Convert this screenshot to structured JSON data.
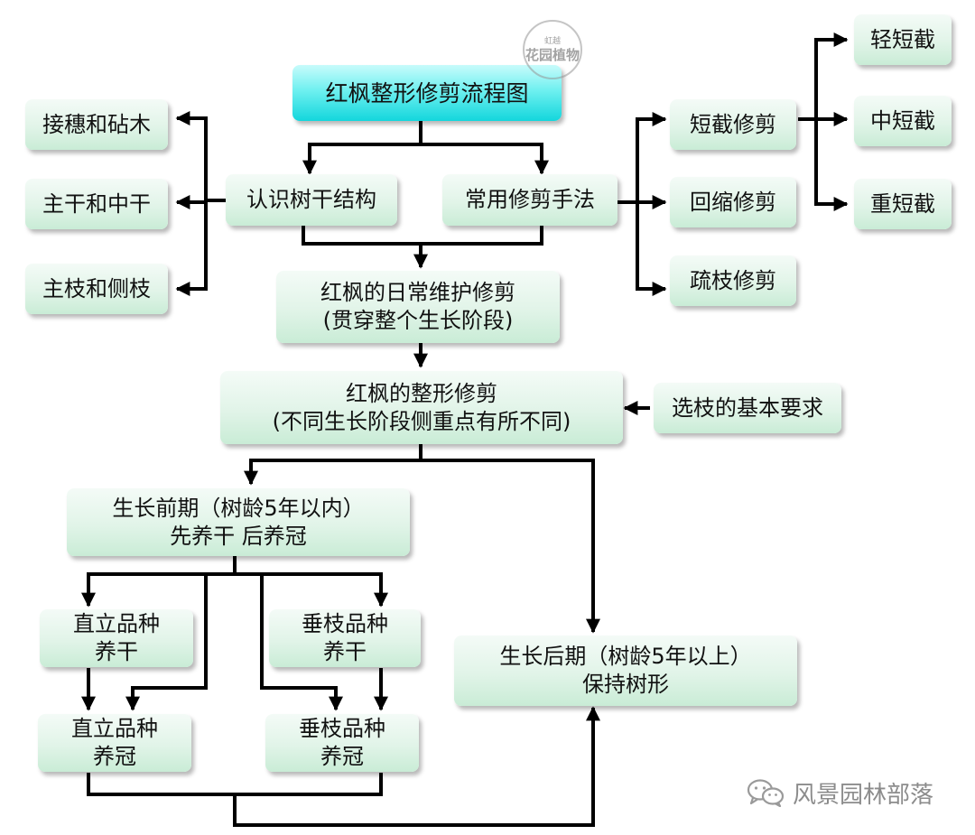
{
  "nodes": {
    "title": "红枫整形修剪流程图",
    "graft": "接穗和砧木",
    "trunk": "主干和中干",
    "branch": "主枝和侧枝",
    "structure": "认识树干结构",
    "methods": "常用修剪手法",
    "heading_cut": "短截修剪",
    "shrink_cut": "回缩修剪",
    "thin_cut": "疏枝修剪",
    "light_cut": "轻短截",
    "medium_cut": "中短截",
    "heavy_cut": "重短截",
    "daily": [
      "红枫的日常维护修剪",
      "(贯穿整个生长阶段)"
    ],
    "shaping": [
      "红枫的整形修剪",
      "(不同生长阶段侧重点有所不同)"
    ],
    "selection": "选枝的基本要求",
    "early": [
      "生长前期（树龄5年以内）",
      "先养干 后养冠"
    ],
    "late": [
      "生长后期（树龄5年以上）",
      "保持树形"
    ],
    "upright_trunk": [
      "直立品种",
      "养干"
    ],
    "weeping_trunk": [
      "垂枝品种",
      "养干"
    ],
    "upright_crown": [
      "直立品种",
      "养冠"
    ],
    "weeping_crown": [
      "垂枝品种",
      "养冠"
    ]
  },
  "watermark": {
    "circle_small": "虹越",
    "circle_big": "花园植物",
    "bottom_text": "风景园林部落",
    "bottom_icon": "wechat-icon"
  },
  "colors": {
    "node_fill": "#d8f1e2",
    "title_fill": "#2adfe3",
    "line": "#000000"
  }
}
